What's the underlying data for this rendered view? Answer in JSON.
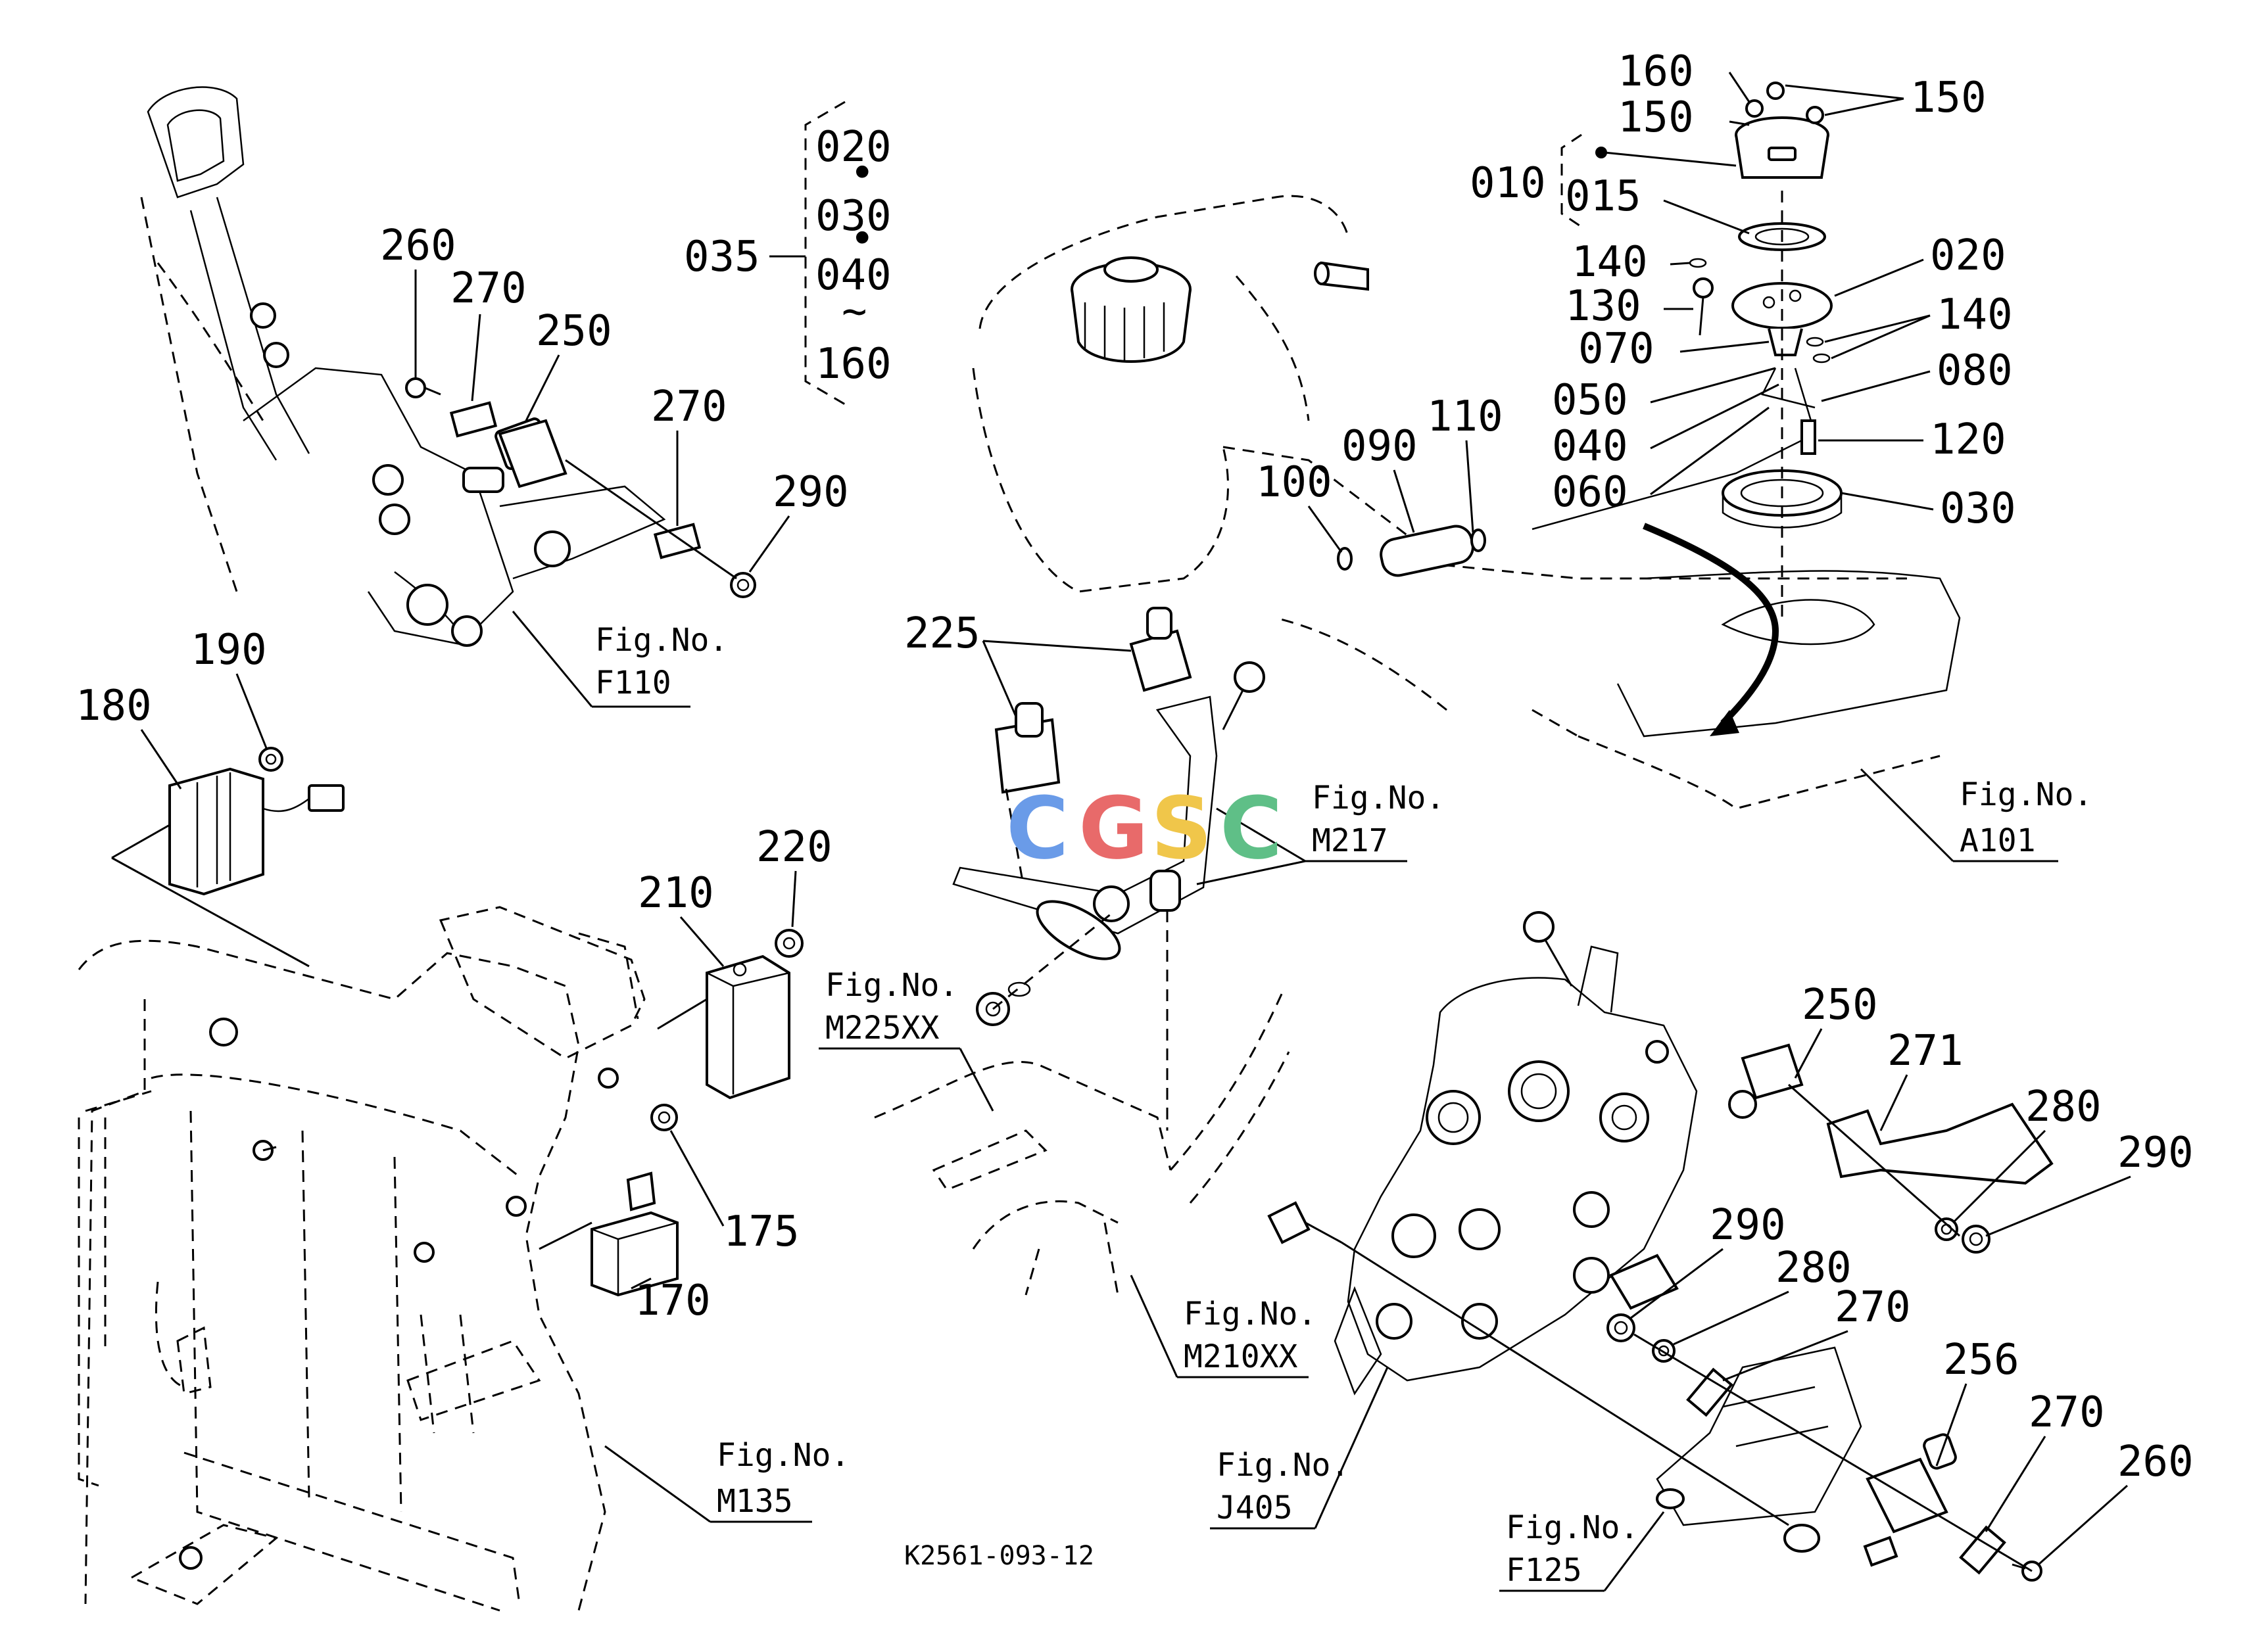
{
  "drawing_code": "K2561-093-12",
  "watermark": "CGSC",
  "colors": {
    "ink": "#000000",
    "paper": "#ffffff",
    "wm_blue": "#6a9be8",
    "wm_red": "#e86a6a",
    "wm_yellow": "#f0c64a",
    "wm_green": "#5fbf87"
  },
  "groups": {
    "range": {
      "ref": "035",
      "items": [
        "020",
        "030",
        "040",
        "160"
      ],
      "dots": "•",
      "tilde": "~"
    },
    "fuel_sender": {
      "ref": "010"
    }
  },
  "callouts": {
    "c160": "160",
    "c150a": "150",
    "c150b": "150",
    "c015": "015",
    "c140a": "140",
    "c130": "130",
    "c070": "070",
    "c020": "020",
    "c140b": "140",
    "c080": "080",
    "c050": "050",
    "c040": "040",
    "c060": "060",
    "c120": "120",
    "c030": "030",
    "c100": "100",
    "c090": "090",
    "c110": "110",
    "c260a": "260",
    "c270a": "270",
    "c250a": "250",
    "c270b": "270",
    "c290a": "290",
    "c190": "190",
    "c180": "180",
    "c225": "225",
    "c220": "220",
    "c210": "210",
    "c175": "175",
    "c170": "170",
    "c250b": "250",
    "c271": "271",
    "c280a": "280",
    "c290b": "290",
    "c290c": "290",
    "c280b": "280",
    "c270c": "270",
    "c256": "256",
    "c270d": "270",
    "c260b": "260"
  },
  "fig_refs": [
    {
      "label": "Fig.No.",
      "code": "F110"
    },
    {
      "label": "Fig.No.",
      "code": "M217"
    },
    {
      "label": "Fig.No.",
      "code": "A101"
    },
    {
      "label": "Fig.No.",
      "code": "M225XX"
    },
    {
      "label": "Fig.No.",
      "code": "M210XX"
    },
    {
      "label": "Fig.No.",
      "code": "M135"
    },
    {
      "label": "Fig.No.",
      "code": "J405"
    },
    {
      "label": "Fig.No.",
      "code": "F125"
    }
  ]
}
